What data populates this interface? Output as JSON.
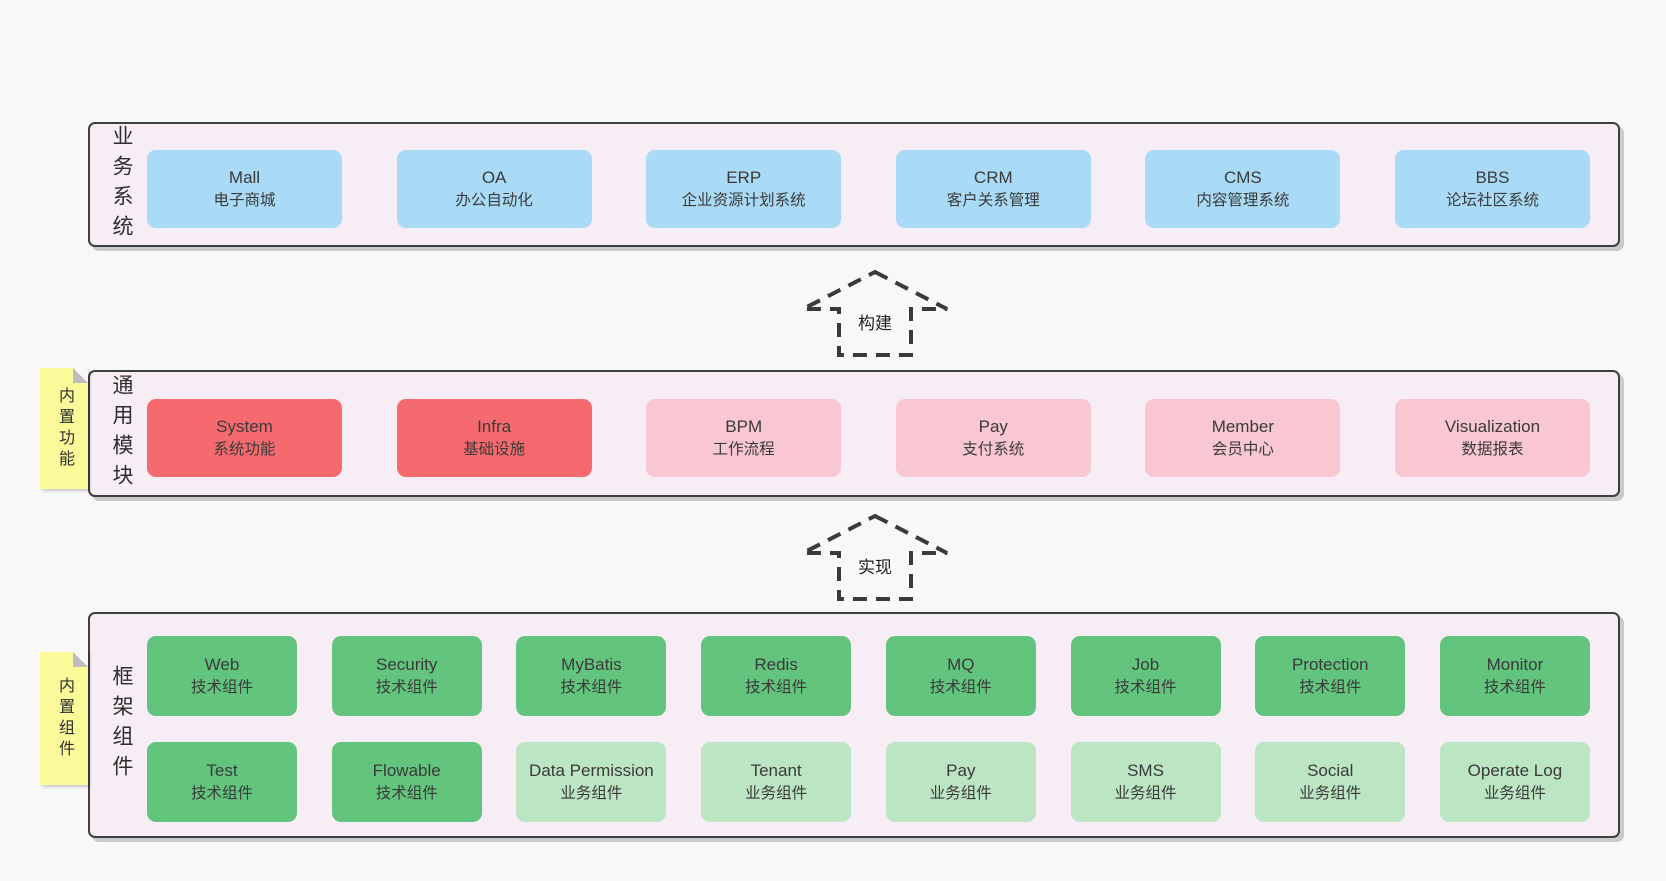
{
  "palette": {
    "page_bg": "#f8f8f8",
    "panel_bg": "#f7edf5",
    "panel_border": "#3f3f3f",
    "blue_box": "#a9dbf6",
    "red_box": "#f56a6e",
    "pink_box": "#f9c7d2",
    "green_box": "#63c47d",
    "light_green_box": "#bce5c3",
    "sticky_yellow": "#fafa9b",
    "text": "#3a3a3a"
  },
  "layers": {
    "business": {
      "label": "业务系统",
      "boxes": [
        {
          "name": "Mall",
          "desc": "电子商城"
        },
        {
          "name": "OA",
          "desc": "办公自动化"
        },
        {
          "name": "ERP",
          "desc": "企业资源计划系统"
        },
        {
          "name": "CRM",
          "desc": "客户关系管理"
        },
        {
          "name": "CMS",
          "desc": "内容管理系统"
        },
        {
          "name": "BBS",
          "desc": "论坛社区系统"
        }
      ]
    },
    "modules": {
      "label": "通用模块",
      "note": "内置功能",
      "boxes": [
        {
          "name": "System",
          "desc": "系统功能"
        },
        {
          "name": "Infra",
          "desc": "基础设施"
        },
        {
          "name": "BPM",
          "desc": "工作流程"
        },
        {
          "name": "Pay",
          "desc": "支付系统"
        },
        {
          "name": "Member",
          "desc": "会员中心"
        },
        {
          "name": "Visualization",
          "desc": "数据报表"
        }
      ]
    },
    "components": {
      "label": "框架组件",
      "note": "内置组件",
      "row1": [
        {
          "name": "Web",
          "desc": "技术组件"
        },
        {
          "name": "Security",
          "desc": "技术组件"
        },
        {
          "name": "MyBatis",
          "desc": "技术组件"
        },
        {
          "name": "Redis",
          "desc": "技术组件"
        },
        {
          "name": "MQ",
          "desc": "技术组件"
        },
        {
          "name": "Job",
          "desc": "技术组件"
        },
        {
          "name": "Protection",
          "desc": "技术组件"
        },
        {
          "name": "Monitor",
          "desc": "技术组件"
        }
      ],
      "row2": [
        {
          "name": "Test",
          "desc": "技术组件"
        },
        {
          "name": "Flowable",
          "desc": "技术组件"
        },
        {
          "name": "Data Permission",
          "desc": "业务组件"
        },
        {
          "name": "Tenant",
          "desc": "业务组件"
        },
        {
          "name": "Pay",
          "desc": "业务组件"
        },
        {
          "name": "SMS",
          "desc": "业务组件"
        },
        {
          "name": "Social",
          "desc": "业务组件"
        },
        {
          "name": "Operate Log",
          "desc": "业务组件"
        }
      ]
    }
  },
  "arrows": {
    "build": "构建",
    "implement": "实现"
  }
}
